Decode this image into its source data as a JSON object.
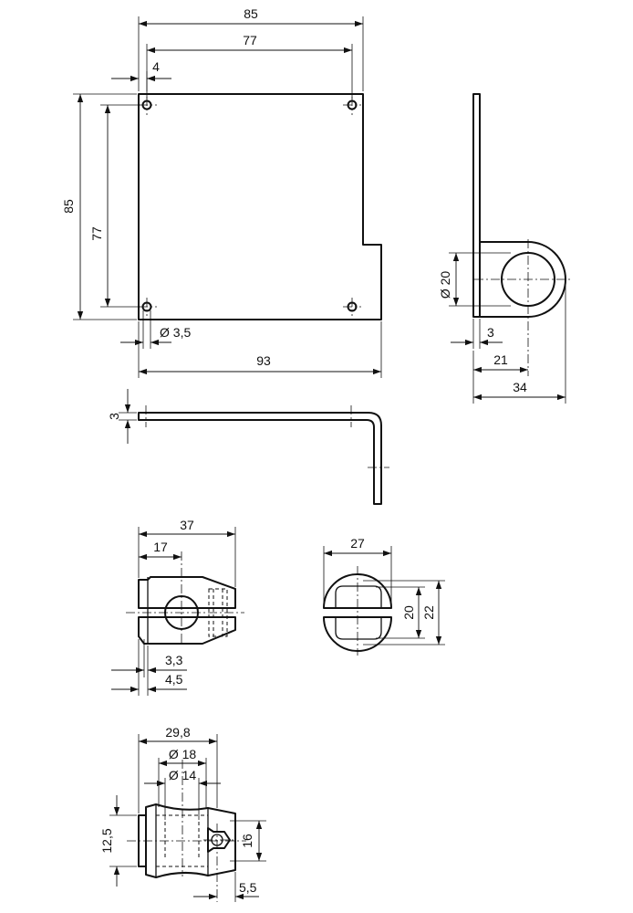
{
  "plate_views": {
    "width_overall": "85",
    "hole_pitch_horizontal": "77",
    "hole_edge_offset": "4",
    "height_overall": "85",
    "hole_pitch_vertical": "77",
    "hole_diameter": "Ø 3,5",
    "length_developed": "93",
    "thickness": "3"
  },
  "side_view": {
    "bore_diameter": "Ø 20",
    "thickness": "3",
    "bore_center_offset": "21",
    "depth_overall": "34"
  },
  "clamp_front": {
    "length_overall": "37",
    "bore_center_offset": "17",
    "slot_width_inner": "3,3",
    "slot_width_outer": "4,5"
  },
  "clamp_end": {
    "width": "27",
    "inner_height": "20",
    "outer_height": "22"
  },
  "clamp_top": {
    "length": "29,8",
    "outer_diameter": "Ø 18",
    "inner_diameter": "Ø 14",
    "flange_height": "12,5",
    "nut_width": "16",
    "screw_offset": "5,5"
  },
  "colors": {
    "line": "#111111",
    "background": "#ffffff"
  }
}
